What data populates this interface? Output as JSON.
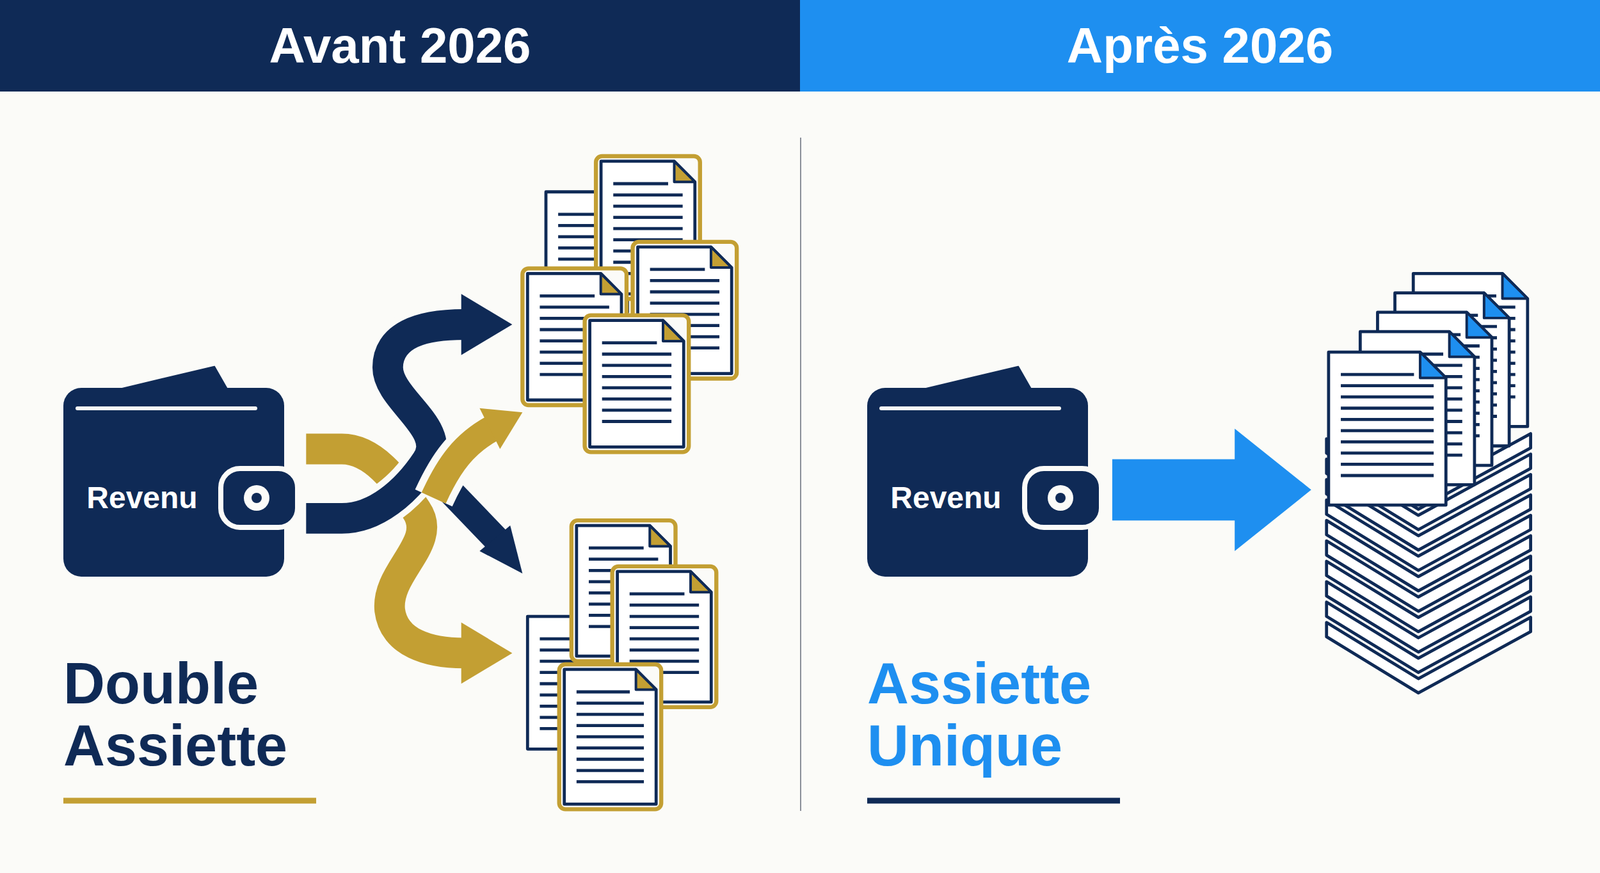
{
  "diagram": {
    "nodes": [
      {
        "text": [
          "Avant 2026"
        ]
      },
      {
        "text": [
          "Après 2026"
        ]
      },
      {
        "text": [
          "Revenu"
        ]
      },
      {
        "text": [
          "Revenu"
        ]
      }
    ],
    "labels": [
      "Double Assiette",
      "Assiette Unique"
    ]
  }
}
